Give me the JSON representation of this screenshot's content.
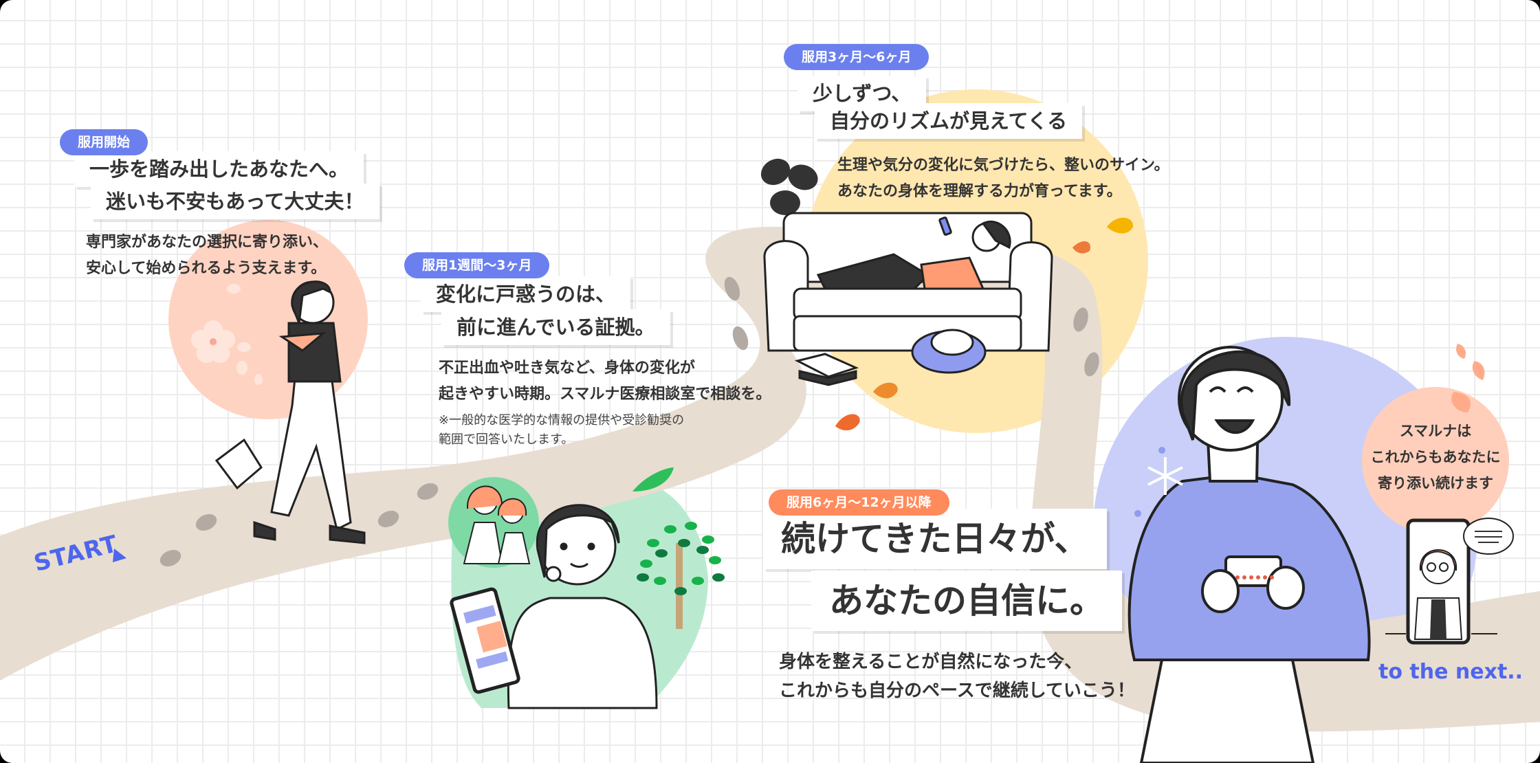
{
  "colors": {
    "badge_blue": "#6b80ee",
    "badge_orange": "#ff8a5c",
    "path": "#e8ddd1",
    "footprint": "#b3aba3",
    "accent_text": "#4d66ee",
    "circle_peach": "#ffd3c2",
    "circle_green": "#b9ead0",
    "circle_yellow": "#ffe7b0",
    "circle_lavender": "#c9cff8"
  },
  "start": {
    "label": "START"
  },
  "stages": [
    {
      "badge": "服用開始",
      "headline": [
        "一歩を踏み出したあなたへ。",
        "迷いも不安もあって大丈夫！"
      ],
      "body": [
        "専門家があなたの選択に寄り添い、",
        "安心して始められるよう支えます。"
      ]
    },
    {
      "badge": "服用1週間〜3ヶ月",
      "headline": [
        "変化に戸惑うのは、",
        "前に進んでいる証拠。"
      ],
      "body": [
        "不正出血や吐き気など、身体の変化が",
        "起きやすい時期。スマルナ医療相談室で相談を。"
      ],
      "note": [
        "※一般的な医学的な情報の提供や受診勧奨の",
        "範囲で回答いたします。"
      ]
    },
    {
      "badge": "服用3ヶ月〜6ヶ月",
      "headline": [
        "少しずつ、",
        "自分のリズムが見えてくる"
      ],
      "body": [
        "生理や気分の変化に気づけたら、整いのサイン。",
        "あなたの身体を理解する力が育ってます。"
      ]
    },
    {
      "badge": "服用6ヶ月〜12ヶ月以降",
      "headline": [
        "続けてきた日々が、",
        "あなたの自信に。"
      ],
      "body": [
        "身体を整えることが自然になった今、",
        "これからも自分のペースで継続していこう！"
      ]
    }
  ],
  "support_bubble": {
    "lines": [
      "スマルナは",
      "これからもあなたに",
      "寄り添い続けます"
    ]
  },
  "next": {
    "label": "to the next.."
  }
}
